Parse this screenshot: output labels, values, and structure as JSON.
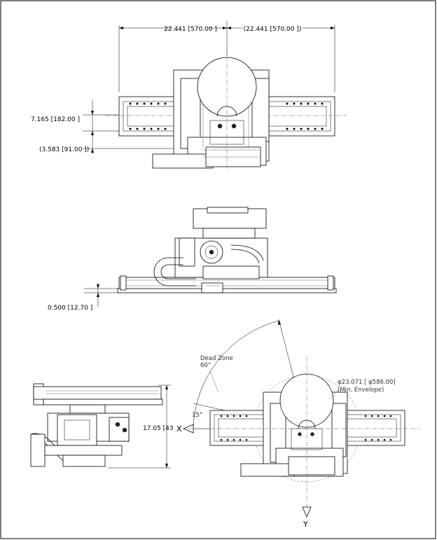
{
  "top_view": {
    "width_left": "22.441 [570.00 ]",
    "width_right": "(22.441 [570.00 ])",
    "offset_main": "7.165 [182.00 ]",
    "offset_sub": "(3.583 [91.00 ])"
  },
  "side_view": {
    "height_dim": "0.500 [12.70 ]"
  },
  "end_view": {
    "height_dim": "17.05 [43"
  },
  "rotation_view": {
    "dead_zone_label": "Dead Zone",
    "dead_zone_angle": "60°",
    "envelope_dia": "φ23.071 [ φ586.00]",
    "envelope_label": "(Min. Envelope)",
    "tilt_angle": "15°",
    "x_axis": "X",
    "y_axis": "Y"
  }
}
